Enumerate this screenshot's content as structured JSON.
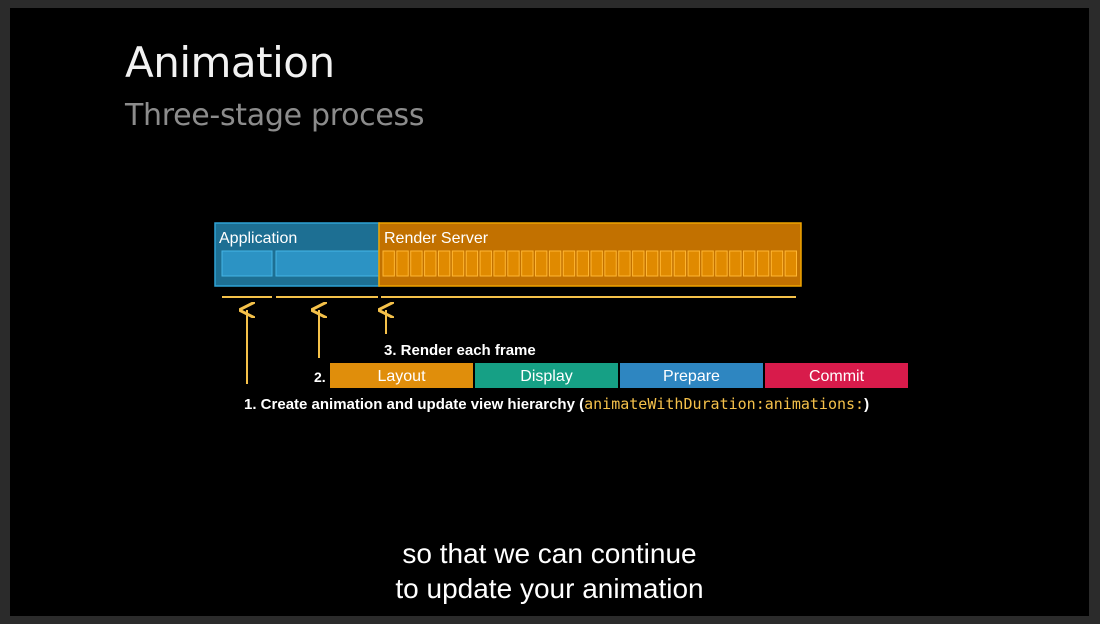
{
  "slide": {
    "title": "Animation",
    "subtitle": "Three-stage process"
  },
  "diagram": {
    "application_label": "Application",
    "render_server_label": "Render Server",
    "step1_text": "1. Create animation and update view hierarchy (",
    "step1_code": "animateWithDuration:animations:",
    "step1_close": ")",
    "step2_number": "2.",
    "step3_text": "3. Render each frame",
    "stages": [
      {
        "label": "Layout",
        "color": "#e08e0b"
      },
      {
        "label": "Display",
        "color": "#16a085"
      },
      {
        "label": "Prepare",
        "color": "#2e86c1"
      },
      {
        "label": "Commit",
        "color": "#d81b4b"
      }
    ],
    "render_frame_count": 30,
    "colors": {
      "application": "#1d6f93",
      "application_border": "#2fa3d6",
      "render_server": "#c27100",
      "render_server_border": "#f0a400",
      "arrow": "#f5c14a",
      "code": "#f5c14a"
    }
  },
  "caption": {
    "line1": "so that we can continue",
    "line2": "to update your animation"
  }
}
